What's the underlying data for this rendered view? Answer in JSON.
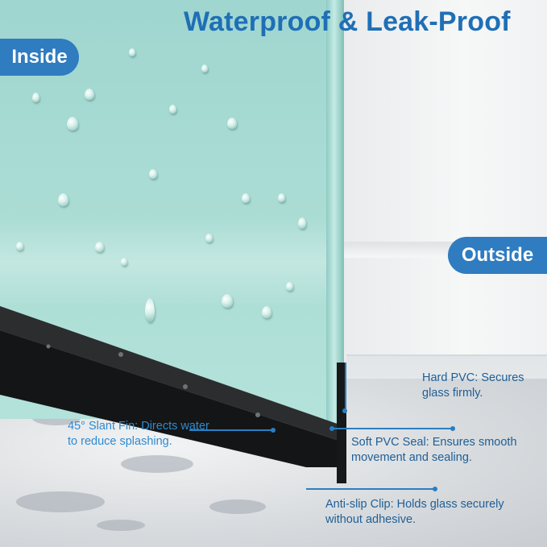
{
  "title": "Waterproof & Leak-Proof",
  "labels": {
    "inside": "Inside",
    "outside": "Outside"
  },
  "callouts": [
    {
      "line1": "Hard PVC: Secures",
      "line2": "glass firmly."
    },
    {
      "line1": "45° Slant Fin: Directs water",
      "line2": "to reduce splashing."
    },
    {
      "line1": "Soft PVC Seal: Ensures smooth",
      "line2": "movement and sealing."
    },
    {
      "line1": "Anti-slip Clip: Holds glass securely",
      "line2": "without adhesive."
    }
  ],
  "colors": {
    "accent": "#2f7cc0",
    "title": "#1f6fb6",
    "glass": "#a9dcd4",
    "strip": "#141516"
  }
}
